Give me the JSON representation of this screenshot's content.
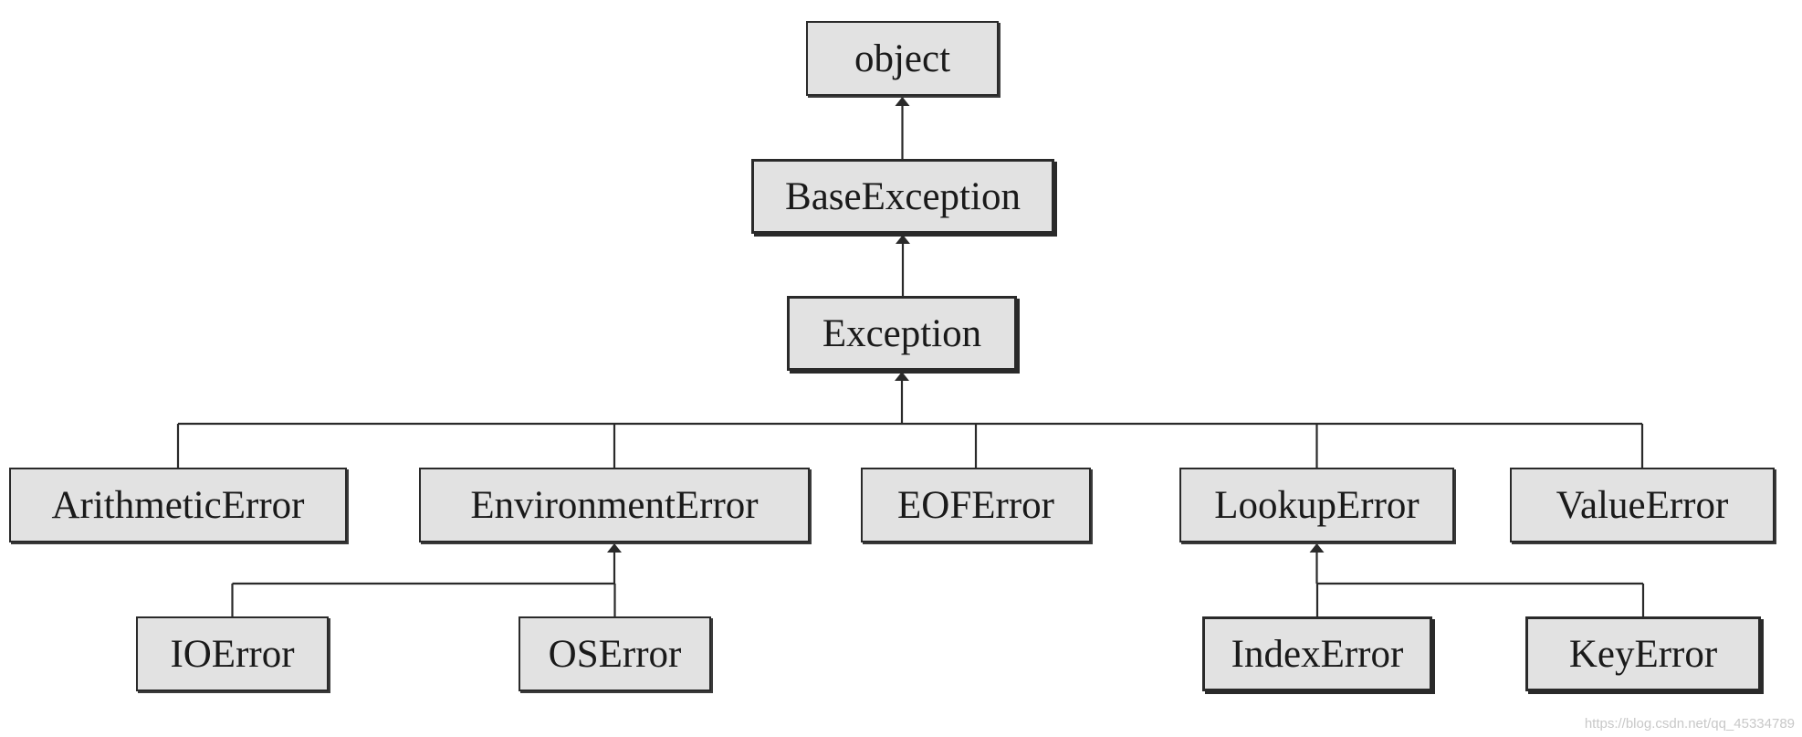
{
  "diagram": {
    "nodes": {
      "object": "object",
      "base_exception": "BaseException",
      "exception": "Exception",
      "arithmetic_error": "ArithmeticError",
      "environment_error": "EnvironmentError",
      "eof_error": "EOFError",
      "lookup_error": "LookupError",
      "value_error": "ValueError",
      "io_error": "IOError",
      "os_error": "OSError",
      "index_error": "IndexError",
      "key_error": "KeyError"
    },
    "edges": [
      {
        "from": "base_exception",
        "to": "object"
      },
      {
        "from": "exception",
        "to": "base_exception"
      },
      {
        "from": "arithmetic_error",
        "to": "exception"
      },
      {
        "from": "environment_error",
        "to": "exception"
      },
      {
        "from": "eof_error",
        "to": "exception"
      },
      {
        "from": "lookup_error",
        "to": "exception"
      },
      {
        "from": "value_error",
        "to": "exception"
      },
      {
        "from": "io_error",
        "to": "environment_error"
      },
      {
        "from": "os_error",
        "to": "environment_error"
      },
      {
        "from": "index_error",
        "to": "lookup_error"
      },
      {
        "from": "key_error",
        "to": "lookup_error"
      }
    ]
  },
  "colors": {
    "node_fill": "#e2e2e2",
    "node_border": "#2a2a2a",
    "line": "#2a2a2a",
    "text": "#1a1a1a",
    "watermark": "#c8c8c8"
  },
  "watermark": "https://blog.csdn.net/qq_45334789"
}
